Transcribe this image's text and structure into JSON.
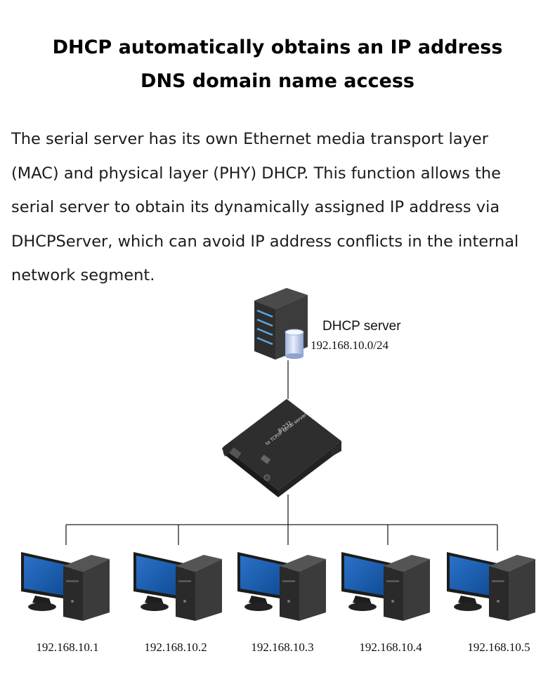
{
  "heading": {
    "line1": "DHCP automatically obtains an IP address",
    "line2": "DNS domain name access"
  },
  "description": {
    "lines": [
      "The serial server has its own Ethernet media transport layer",
      "(MAC) and physical layer (PHY) DHCP. This function allows the",
      "serial server to obtain its dynamically assigned IP address via",
      "DHCPServer, which can avoid IP address conflicts in the internal",
      "network segment."
    ]
  },
  "server": {
    "label": "DHCP server",
    "subnet": "192.168.10.0/24"
  },
  "device": {
    "label_line1": "Rs232",
    "label_line2": "to TCP/IP serial server"
  },
  "clients": [
    {
      "ip": "192.168.10.1"
    },
    {
      "ip": "192.168.10.2"
    },
    {
      "ip": "192.168.10.3"
    },
    {
      "ip": "192.168.10.4"
    },
    {
      "ip": "192.168.10.5"
    }
  ],
  "colors": {
    "screen": "#1a5db0",
    "case": "#2b2b2b",
    "line": "#222222"
  }
}
